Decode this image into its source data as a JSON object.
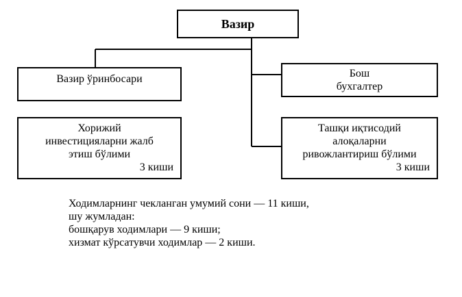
{
  "org": {
    "minister": "Вазир",
    "deputy": "Вазир ўринбосари",
    "accountant": {
      "line1": "Бош",
      "line2": "бухгалтер"
    },
    "foreign_investment": {
      "line1": "Хорижий",
      "line2": "инвестицияларни жалб",
      "line3": "этиш бўлими",
      "staff": "3 киши"
    },
    "external_economic": {
      "line1": "Ташқи иқтисодий",
      "line2": "алоқаларни",
      "line3": "ривожлантириш бўлими",
      "staff": "3 киши"
    }
  },
  "summary": {
    "line1": "Ходимларнинг чекланган умумий сони — 11 киши,",
    "line2": "шу жумладан:",
    "line3": "бошқарув ходимлари — 9 киши;",
    "line4": "хизмат кўрсатувчи ходимлар — 2 киши."
  }
}
